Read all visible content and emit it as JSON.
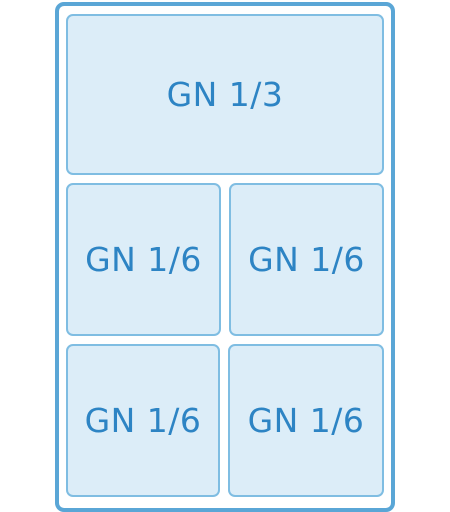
{
  "container": {
    "pans": [
      {
        "label": "GN 1/3"
      },
      {
        "label": "GN 1/6"
      },
      {
        "label": "GN 1/6"
      },
      {
        "label": "GN 1/6"
      },
      {
        "label": "GN 1/6"
      }
    ]
  },
  "colors": {
    "frame_border": "#5aa6d6",
    "pan_border": "#7fbde2",
    "pan_fill": "#dcedf8",
    "label_text": "#2d84c4"
  }
}
